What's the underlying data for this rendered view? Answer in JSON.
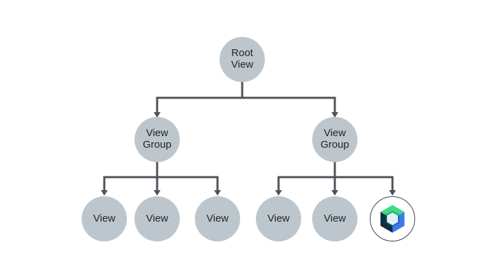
{
  "theme": {
    "background": "#ffffff",
    "node-fill": "#bdc6cc",
    "line-color": "#4d5358",
    "text-color": "#1f2326",
    "compose-ring": "#3c4347",
    "compose-bg": "#ffffff",
    "logo-green": "#3ddc84",
    "logo-green-bevel": "#28b26b",
    "logo-blue": "#3d7bea",
    "logo-blue-bevel": "#2f63c9",
    "logo-navy": "#0d2f3e",
    "logo-navy-bevel": "#1e4a5a",
    "logo-center": "#dff0fa"
  },
  "diagram": {
    "type": "view-hierarchy-tree",
    "nodes": [
      {
        "id": "root-view",
        "label": "Root\nView"
      },
      {
        "id": "view-group-left",
        "label": "View\nGroup"
      },
      {
        "id": "view-group-right",
        "label": "View\nGroup"
      },
      {
        "id": "view-1",
        "label": "View"
      },
      {
        "id": "view-2",
        "label": "View"
      },
      {
        "id": "view-3",
        "label": "View"
      },
      {
        "id": "view-4",
        "label": "View"
      },
      {
        "id": "view-5",
        "label": "View"
      },
      {
        "id": "compose-node",
        "label": "",
        "icon": "jetpack-compose-logo"
      }
    ],
    "edges": [
      {
        "from": "root-view",
        "to": "view-group-left"
      },
      {
        "from": "root-view",
        "to": "view-group-right"
      },
      {
        "from": "view-group-left",
        "to": "view-1"
      },
      {
        "from": "view-group-left",
        "to": "view-2"
      },
      {
        "from": "view-group-left",
        "to": "view-3"
      },
      {
        "from": "view-group-right",
        "to": "view-4"
      },
      {
        "from": "view-group-right",
        "to": "view-5"
      },
      {
        "from": "view-group-right",
        "to": "compose-node"
      }
    ]
  }
}
